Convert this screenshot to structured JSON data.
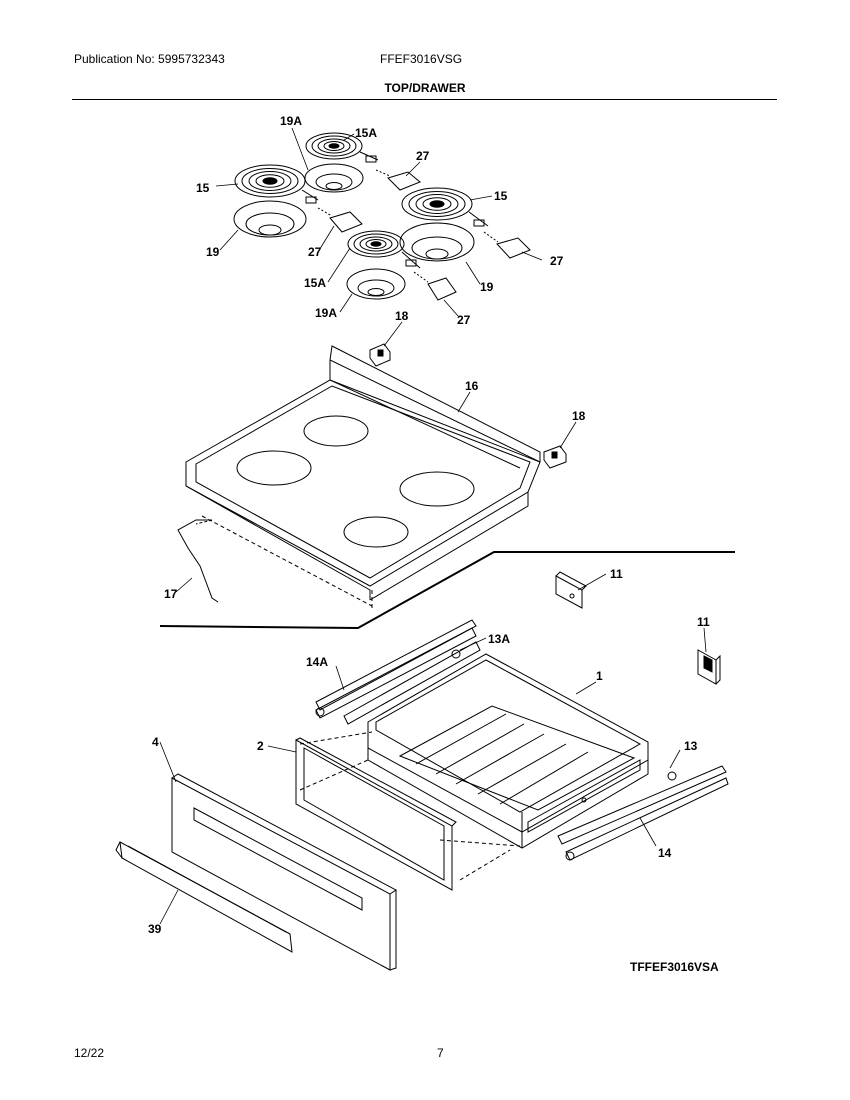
{
  "header": {
    "publication": "Publication No: 5995732343",
    "model": "FFEF3016VSG",
    "section_title": "TOP/DRAWER"
  },
  "callouts": {
    "c19A_top": "19A",
    "c15A_top": "15A",
    "c27_a": "27",
    "c15_left": "15",
    "c15_right": "15",
    "c19_left": "19",
    "c27_b": "27",
    "c27_c": "27",
    "c15A_bottom": "15A",
    "c19_right": "19",
    "c19A_bottom": "19A",
    "c27_d": "27",
    "c18_top": "18",
    "c16": "16",
    "c18_right": "18",
    "c17": "17",
    "c11_a": "11",
    "c11_b": "11",
    "c13A": "13A",
    "c14A": "14A",
    "c1": "1",
    "c4": "4",
    "c2": "2",
    "c13": "13",
    "c14": "14",
    "c39": "39"
  },
  "figure_code": "TFFEF3016VSA",
  "footer": {
    "date": "12/22",
    "page": "7"
  }
}
